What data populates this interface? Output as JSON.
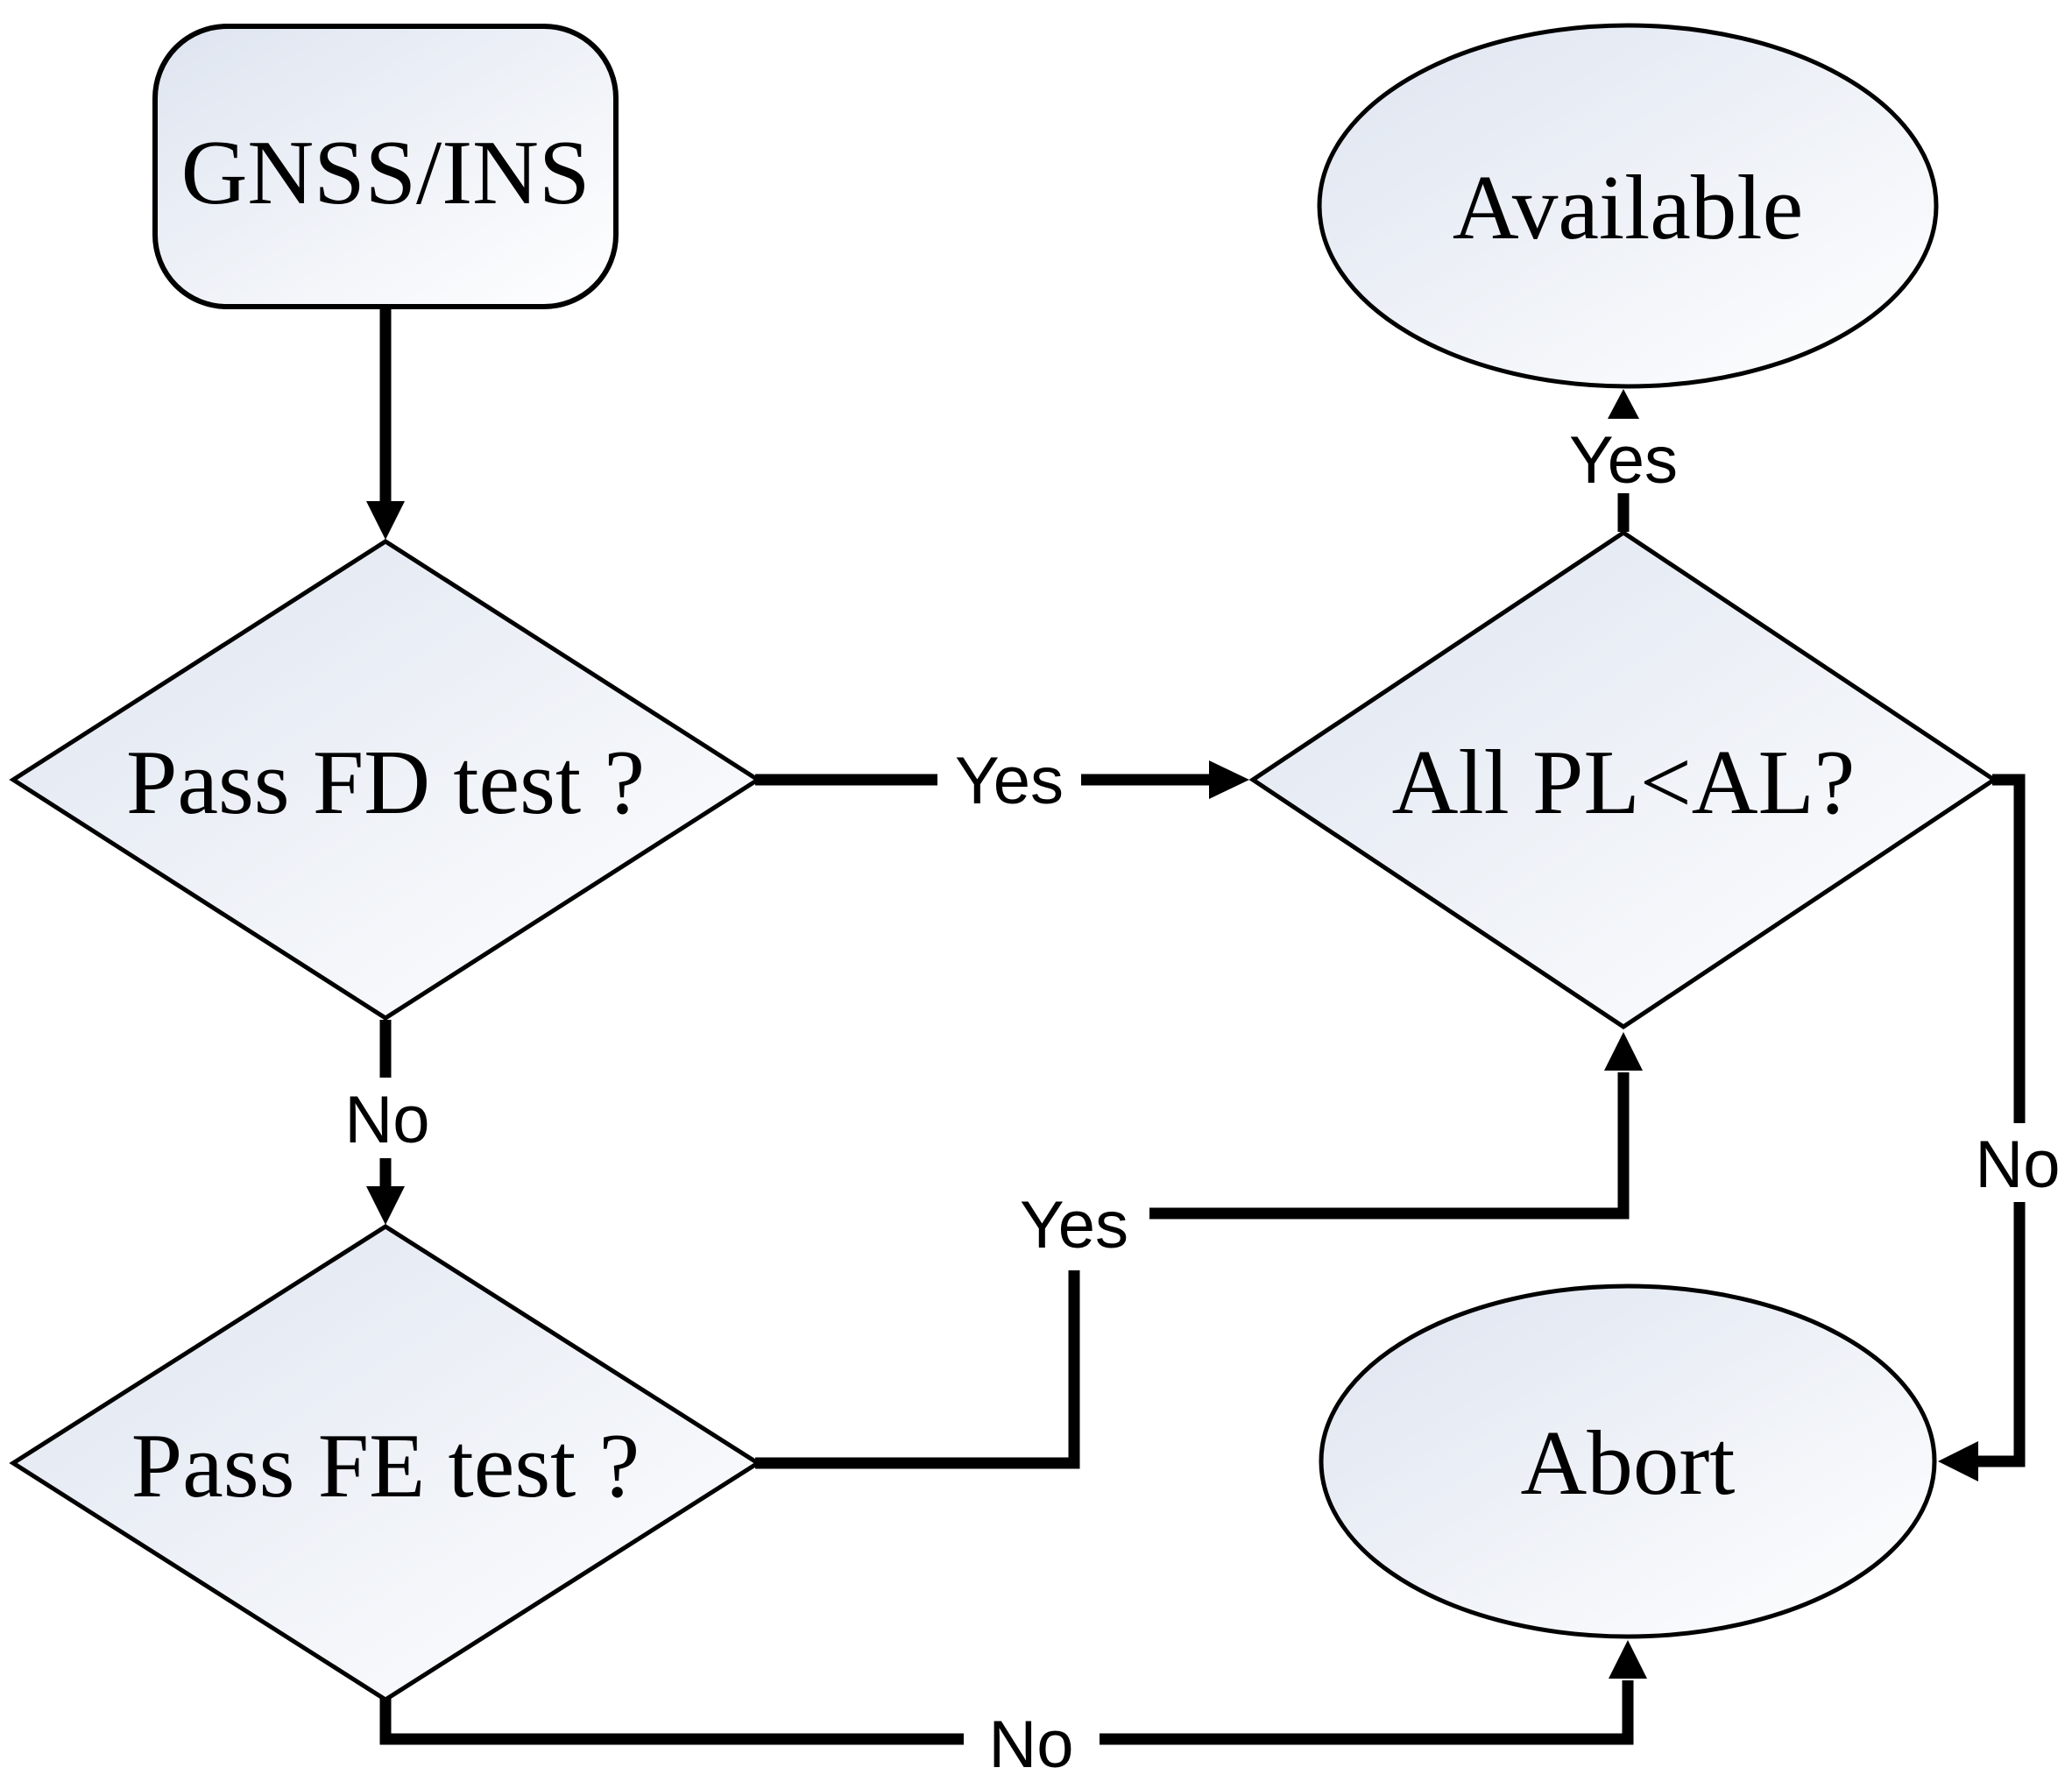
{
  "nodes": {
    "start": {
      "label": "GNSS/INS",
      "type": "process"
    },
    "fd_test": {
      "label": "Pass FD test ?",
      "type": "decision"
    },
    "pl_al": {
      "label": "All PL<AL?",
      "type": "decision"
    },
    "fe_test": {
      "label": "Pass FE test ?",
      "type": "decision"
    },
    "available": {
      "label": "Available",
      "type": "terminal"
    },
    "abort": {
      "label": "Abort",
      "type": "terminal"
    }
  },
  "edges": {
    "fd_yes": {
      "label": "Yes",
      "from": "fd_test",
      "to": "pl_al"
    },
    "pl_yes": {
      "label": "Yes",
      "from": "pl_al",
      "to": "available"
    },
    "fd_no": {
      "label": "No",
      "from": "fd_test",
      "to": "fe_test"
    },
    "fe_yes": {
      "label": "Yes",
      "from": "fe_test",
      "to": "pl_al"
    },
    "pl_no": {
      "label": "No",
      "from": "pl_al",
      "to": "abort"
    },
    "fe_no": {
      "label": "No",
      "from": "fe_test",
      "to": "abort"
    }
  },
  "colors": {
    "line": "#000000",
    "node_gradient_start": "#dee4f0",
    "node_gradient_mid": "#f0f3f8",
    "node_gradient_end": "#ffffff"
  }
}
